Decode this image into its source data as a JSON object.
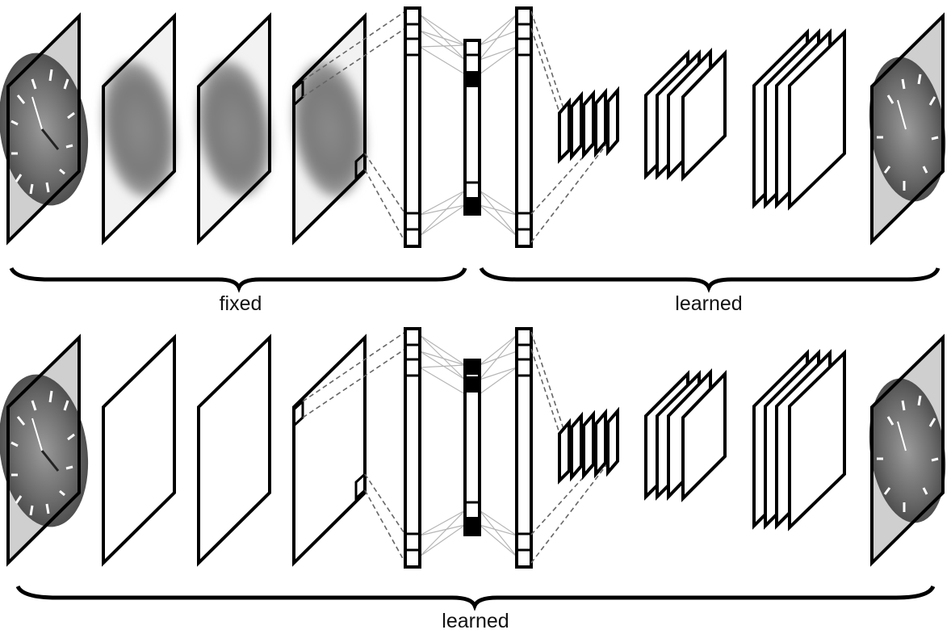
{
  "labels": {
    "top_left": "fixed",
    "top_right": "learned",
    "bottom": "learned"
  },
  "colors": {
    "stroke": "#000000",
    "dashed": "#666666",
    "fc_lines": "#b5b5b5",
    "dark_unit": "#000000",
    "photo_gray": "#6f6f6f"
  }
}
